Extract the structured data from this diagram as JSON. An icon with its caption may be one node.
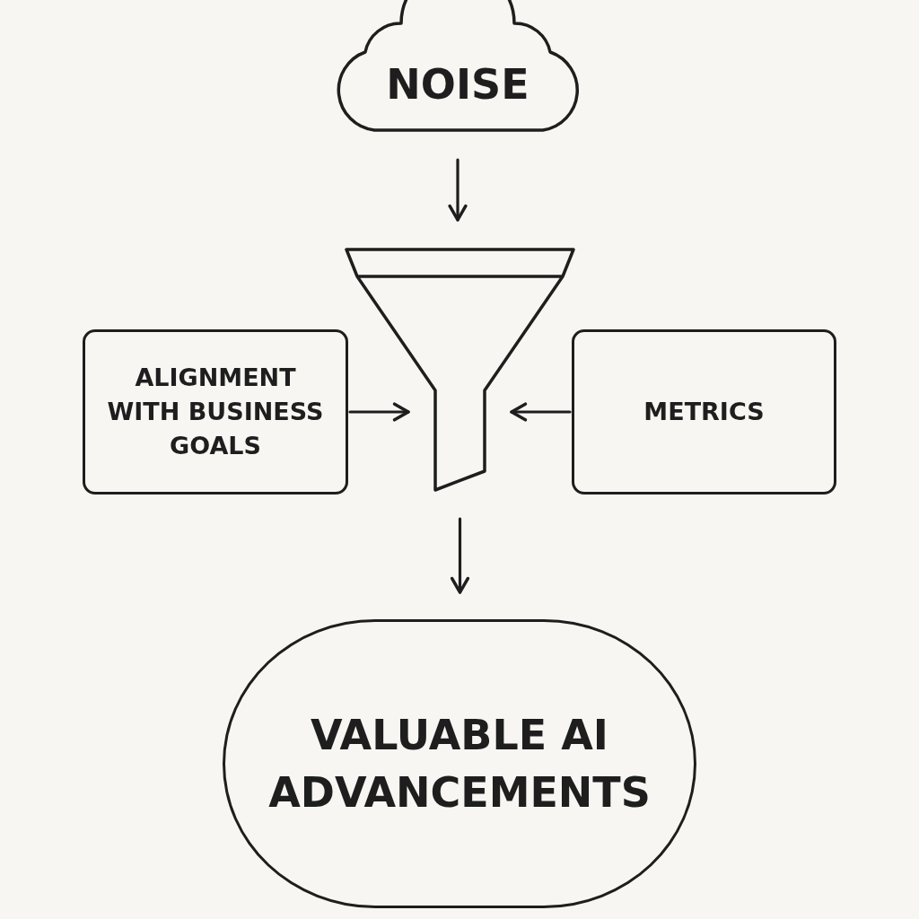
{
  "diagram": {
    "nodes": [
      {
        "text": [
          "NOISE"
        ]
      },
      {
        "text": [],
        "shape": "funnel"
      },
      {
        "text": [
          "ALIGNMENT WITH BUSINESS GOALS"
        ]
      },
      {
        "text": [
          "METRICS"
        ]
      },
      {
        "text": [
          "VALUABLE AI ADVANCEMENTS"
        ]
      }
    ],
    "edges": [
      {
        "from": 0,
        "to": 1,
        "arrow": "to"
      },
      {
        "from": 2,
        "to": 1,
        "arrow": "to"
      },
      {
        "from": 3,
        "to": 1,
        "arrow": "to"
      },
      {
        "from": 1,
        "to": 4,
        "arrow": "to"
      }
    ]
  }
}
